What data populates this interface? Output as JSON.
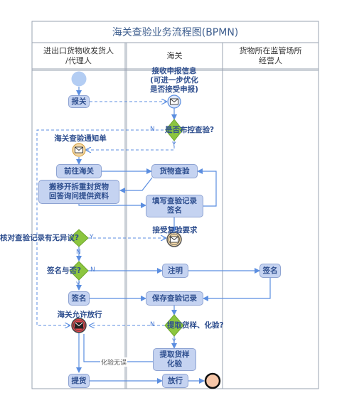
{
  "diagram": {
    "title": "海关查验业务流程图(BPMN)",
    "lanes": [
      {
        "id": "shipper",
        "label": "进出口货物收发货人\n/代理人"
      },
      {
        "id": "customs",
        "label": "海关"
      },
      {
        "id": "supervision",
        "label": "货物所在监管场所\n经营人"
      }
    ],
    "tasks": {
      "declare": "报关",
      "go_customs": "前往海关",
      "move_open": "搬移开拆重封货物\n回答询问提供资料",
      "sign": "签名",
      "pickup": "提货",
      "inspect": "货物查验",
      "fill_record": "填写查验记录\n签名",
      "annotate": "注明",
      "save_record": "保存查验记录",
      "sample": "提取货样\n化验",
      "release": "放行",
      "sign_operator": "签名"
    },
    "events": {
      "receive_info": "接收申报信息\n(可进一步优化\n是否接受申报)",
      "notice": "海关查验通知单",
      "reinspect_request": "接受复验要求",
      "allow_release": "海关允许放行"
    },
    "gateways": {
      "control_check": "是否布控查验?",
      "dispute_check": "核对查验记录有无异议?",
      "sign_or_not": "签名与否?",
      "sample_check": "提取货样、化验?"
    },
    "flow_labels": {
      "n1": "N",
      "y1": "Y",
      "y2": "Y",
      "n2": "N",
      "y3": "Y",
      "n3": "N",
      "y4": "Y",
      "n4": "N",
      "no_lab": "化验无误"
    },
    "colors": {
      "task_fill": "#c5d3f1",
      "task_border": "#8ea3d2",
      "gateway_fill": "#8cc63f",
      "event_fill": "#f4d9a8",
      "start_fill": "#b3cdf3",
      "end_fill": "#f6c6a8",
      "error_fill": "#e8454b",
      "flow": "#5b8ee0",
      "lane_border": "#9aa3b2"
    }
  }
}
